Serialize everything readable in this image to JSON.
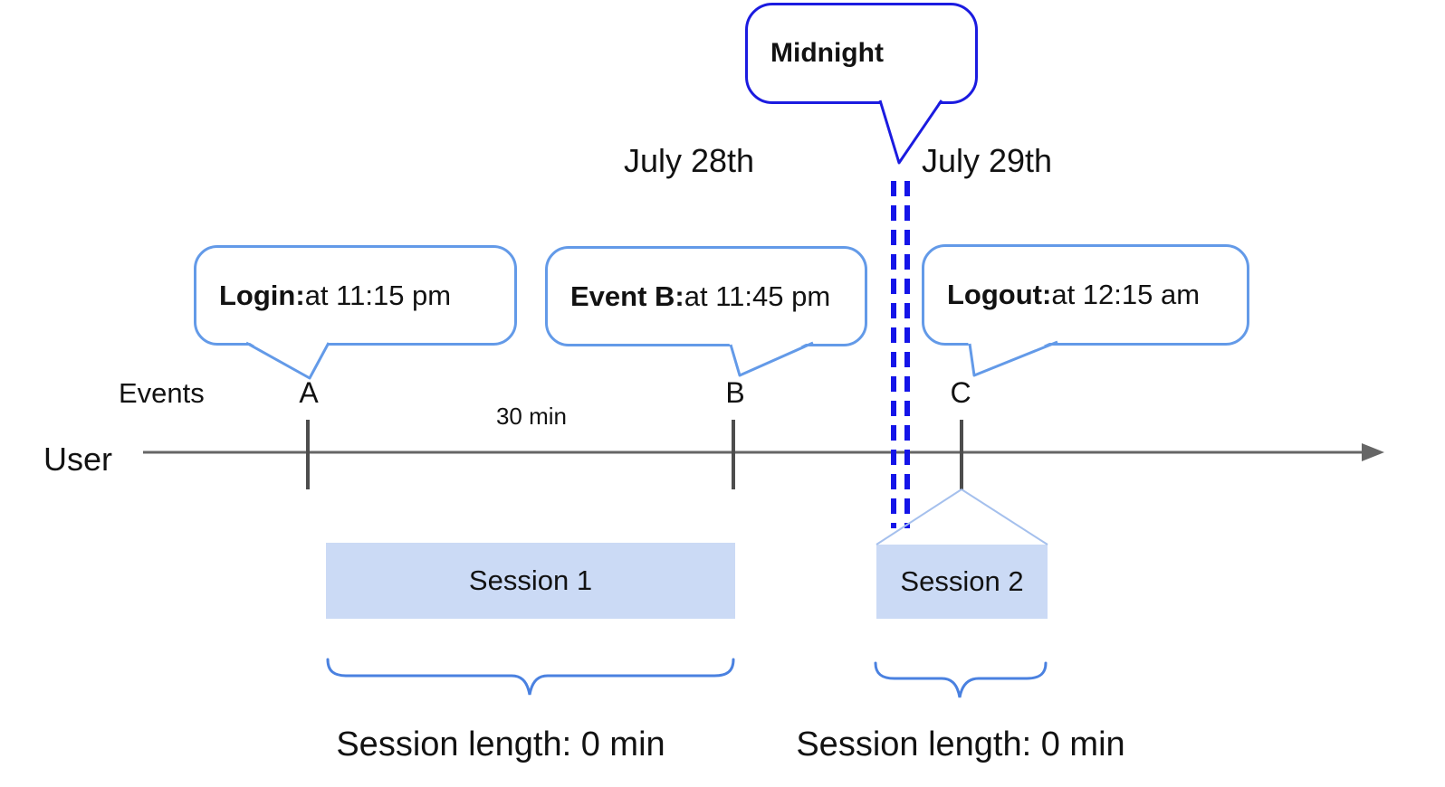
{
  "colors": {
    "dark_blue": "#1b1be0",
    "dash_blue": "#1414e8",
    "light_blue": "#639ae8",
    "brace_blue": "#4a81e0",
    "funnel_blue": "#a5c0ed",
    "session_fill": "#cbdaf5",
    "axis_gray": "#666666",
    "tick_gray": "#4d4d4d"
  },
  "dates": {
    "before_midnight": "July 28th",
    "after_midnight": "July 29th"
  },
  "midnight": {
    "label": "Midnight"
  },
  "axis": {
    "events_label": "Events",
    "user_label": "User",
    "interval_label": "30 min"
  },
  "events": [
    {
      "letter": "A",
      "callout_title": "Login:",
      "callout_detail": " at 11:15 pm"
    },
    {
      "letter": "B",
      "callout_title": "Event B:",
      "callout_detail": " at 11:45 pm"
    },
    {
      "letter": "C",
      "callout_title": "Logout:",
      "callout_detail": " at 12:15 am"
    }
  ],
  "sessions": [
    {
      "label": "Session 1",
      "length_label": "Session length: 0 min"
    },
    {
      "label": "Session 2",
      "length_label": "Session length: 0 min"
    }
  ]
}
